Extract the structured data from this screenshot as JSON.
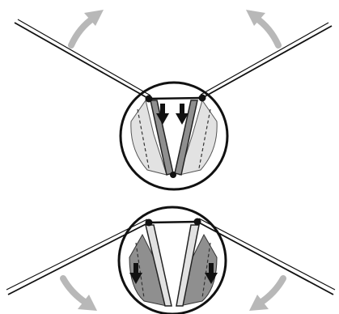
{
  "colors": {
    "background": "#ffffff",
    "ink": "#111111",
    "motion_arrow": "#b8b8b8",
    "light_panel": "#e2e2e2",
    "dark_panel": "#8f8f8f",
    "pointer": "#111111"
  },
  "diagram": {
    "panels": [
      {
        "name": "raised-position",
        "motion": "arms-swing-upward",
        "inner_arrows": "down"
      },
      {
        "name": "lowered-position",
        "motion": "arms-swing-downward",
        "inner_arrows": "down"
      }
    ]
  }
}
